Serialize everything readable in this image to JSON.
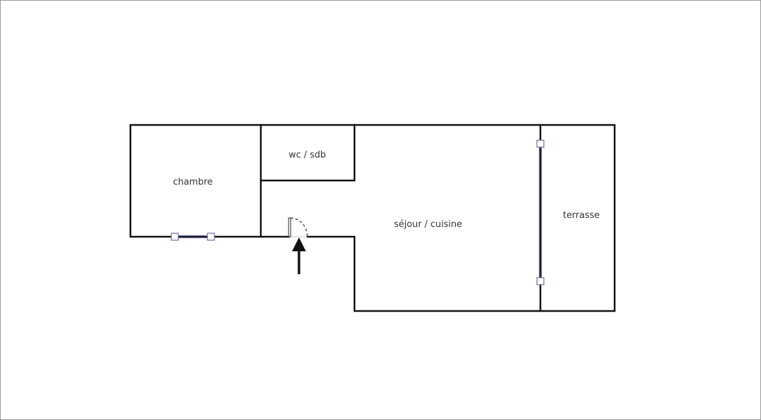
{
  "rooms": [
    {
      "name": "chambre"
    },
    {
      "name": "wc / sdb"
    },
    {
      "name": "séjour / cuisine"
    },
    {
      "name": "terrasse"
    }
  ],
  "entrance": {
    "icon": "entrance-arrow-icon"
  },
  "colors": {
    "wall": "#111111",
    "window": "#6b6b9e",
    "border": "#9a9a9a"
  }
}
